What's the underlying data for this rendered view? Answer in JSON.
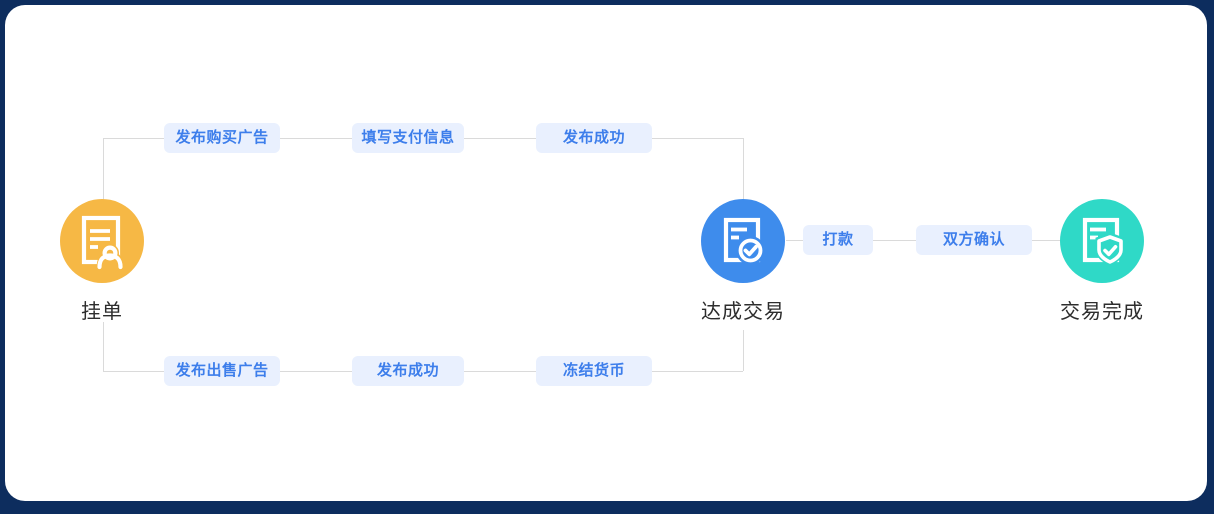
{
  "frame": {
    "background": "#0D2D5E",
    "panel_background": "#FFFFFF"
  },
  "connector": {
    "color": "#DADADA"
  },
  "pill": {
    "background": "#E9F0FE",
    "text_color": "#3D7EEB"
  },
  "label": {
    "text_color": "#2D2D2D"
  },
  "nodes": [
    {
      "label": "挂单",
      "color": "#F6B845",
      "icon": "document-user-icon"
    },
    {
      "label": "达成交易",
      "color": "#3E8CEC",
      "icon": "document-check-icon"
    },
    {
      "label": "交易完成",
      "color": "#2FD9C7",
      "icon": "document-shield-icon"
    }
  ],
  "steps": {
    "top": [
      "发布购买广告",
      "填写支付信息",
      "发布成功"
    ],
    "bottom": [
      "发布出售广告",
      "发布成功",
      "冻结货币"
    ],
    "right": [
      "打款",
      "双方确认"
    ]
  }
}
